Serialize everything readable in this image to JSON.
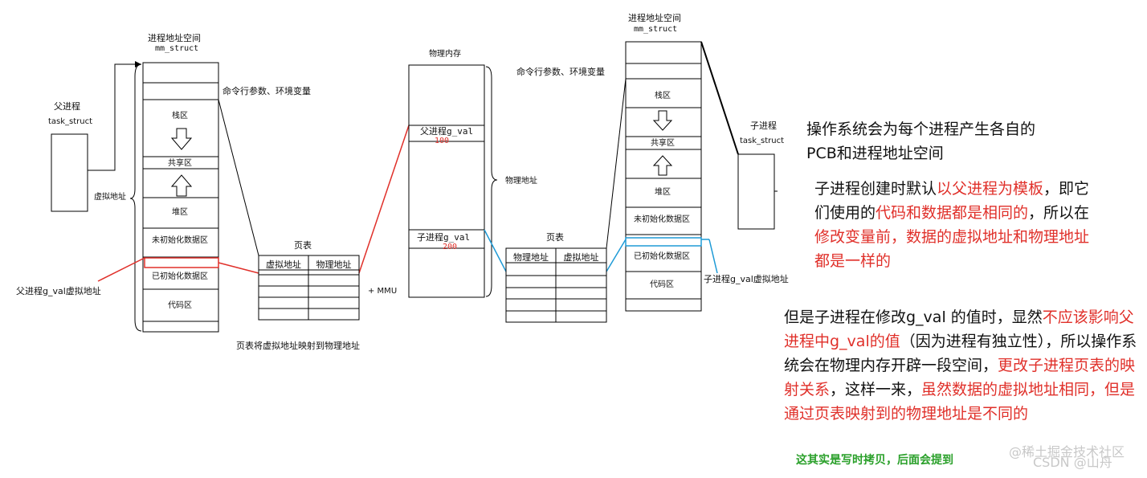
{
  "left_space": {
    "title": "进程地址空间",
    "subtitle": "mm_struct",
    "cmdline_label": "命令行参数、环境变量",
    "stack": "栈区",
    "shared": "共享区",
    "heap": "堆区",
    "bss": "未初始化数据区",
    "data": "已初始化数据区",
    "code": "代码区",
    "virtual_label": "虚拟地址"
  },
  "parent": {
    "title": "父进程",
    "struct": "task_struct",
    "gval_label": "父进程g_val虚拟地址"
  },
  "left_page_table": {
    "title": "页表",
    "col1": "虚拟地址",
    "col2": "物理地址",
    "caption": "页表将虚拟地址映射到物理地址",
    "mmu": "+ MMU"
  },
  "physical_memory": {
    "title": "物理内存",
    "parent_cell": "父进程g_val",
    "parent_value": "100",
    "child_cell": "子进程g_val",
    "child_value": "200",
    "brace_label": "物理地址"
  },
  "right_page_table": {
    "title": "页表",
    "col1": "物理地址",
    "col2": "虚拟地址"
  },
  "right_space": {
    "title": "进程地址空间",
    "subtitle": "mm_struct",
    "cmdline_label": "命令行参数、环境变量",
    "stack": "栈区",
    "shared": "共享区",
    "heap": "堆区",
    "bss": "未初始化数据区",
    "data": "已初始化数据区",
    "code": "代码区"
  },
  "child": {
    "title": "子进程",
    "struct": "task_struct",
    "gval_label": "子进程g_val虚拟地址"
  },
  "notes": {
    "p1": "操作系统会为每个进程产生各自的PCB和进程地址空间",
    "p2_a": "子进程创建时默认",
    "p2_b": "以父进程为模板",
    "p2_c": "，即它们使用的",
    "p2_d": "代码和数据都是相同的",
    "p2_e": "，所以在",
    "p2_f": "修改变量前，数据的虚拟地址和物理地址都是一样的",
    "p3_a": "但是子进程在修改g_val 的值时，显然",
    "p3_b": "不应该影响父进程中g_val的值",
    "p3_c": "（因为进程有独立性），所以操作系统会在物理内存开辟一段空间，",
    "p3_d": "更改子进程页表的映射关系",
    "p3_e": "，这样一来，",
    "p3_f": "虽然数据的虚拟地址相同，但是通过页表映射到的物理地址是不同的",
    "cow": "这其实是写时拷贝，后面会提到"
  },
  "watermark": {
    "line1": "@稀土掘金技术社区",
    "line2": "CSDN @山舟"
  },
  "colors": {
    "red": "#e0302a",
    "blue": "#1e9ad6",
    "green": "#2aa02a"
  }
}
